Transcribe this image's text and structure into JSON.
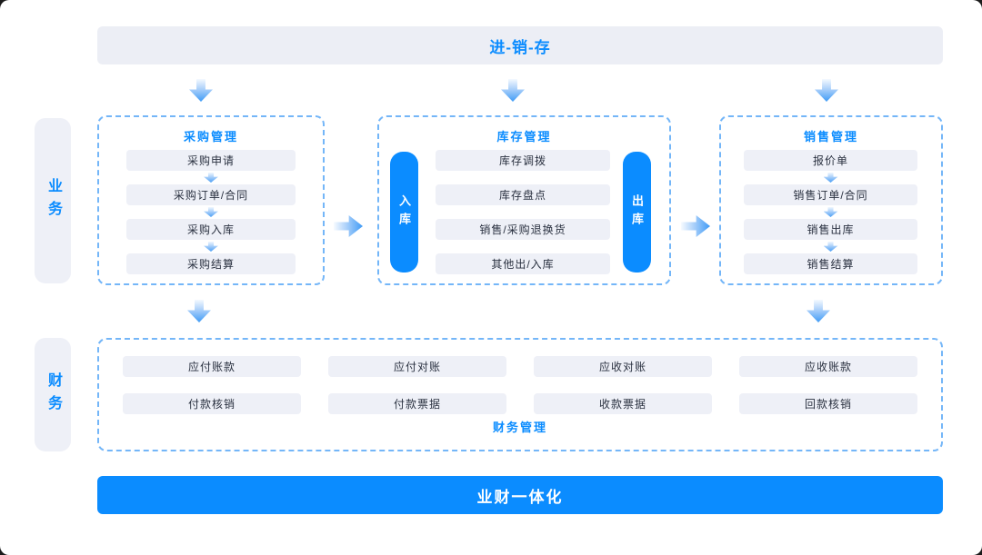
{
  "colors": {
    "accent_blue": "#0B8CFF",
    "banner_gray": "#ECEEF5",
    "item_gray": "#EEF0F7",
    "dashed_border_blue": "#74B6F8",
    "item_text": "#2A3140"
  },
  "top_banner": {
    "label": "进-销-存"
  },
  "sidebar": {
    "business_label": "业务",
    "finance_label": "财务"
  },
  "boxes": [
    {
      "title": "采购管理",
      "items": [
        "采购申请",
        "采购订单/合同",
        "采购入库",
        "采购结算"
      ]
    },
    {
      "title": "库存管理",
      "left_pill": "入库",
      "right_pill": "出库",
      "items": [
        "库存调拨",
        "库存盘点",
        "销售/采购退换货",
        "其他出/入库"
      ]
    },
    {
      "title": "销售管理",
      "items": [
        "报价单",
        "销售订单/合同",
        "销售出库",
        "销售结算"
      ]
    }
  ],
  "finance_box": {
    "title": "财务管理",
    "rows": [
      [
        "应付账款",
        "应付对账",
        "应收对账",
        "应收账款"
      ],
      [
        "付款核销",
        "付款票据",
        "收款票据",
        "回款核销"
      ]
    ]
  },
  "bottom_banner": {
    "label": "业财一体化"
  }
}
